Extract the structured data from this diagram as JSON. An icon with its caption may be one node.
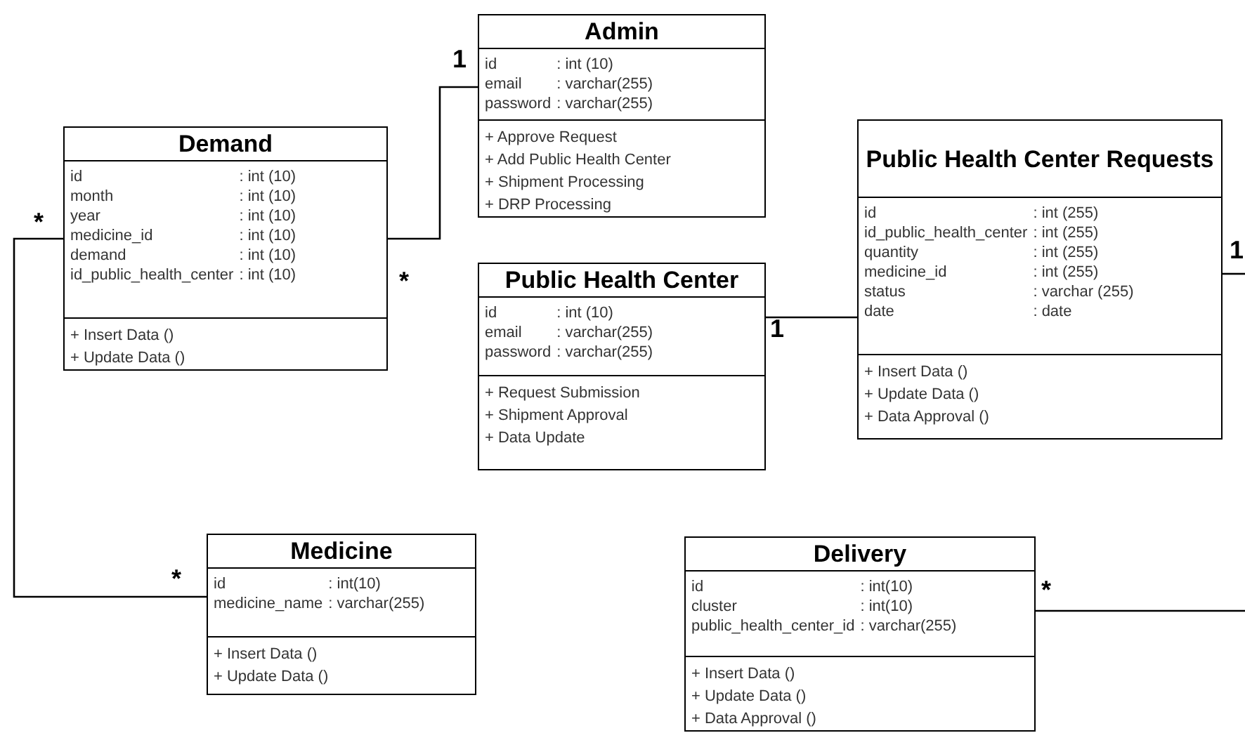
{
  "diagram": {
    "nodes": [
      {
        "text": [
          "Admin"
        ]
      },
      {
        "text": [
          "id",
          ": int (10)",
          "email",
          ": varchar(255)",
          "password",
          ": varchar(255)"
        ],
        "in": 0
      },
      {
        "text": [
          "+ Approve Request",
          "+ Add Public Health Center",
          "+ Shipment Processing",
          "+ DRP Processing"
        ],
        "in": 0
      },
      {
        "text": [
          "Demand"
        ]
      },
      {
        "text": [
          "id",
          ": int (10)",
          "month",
          ": int (10)",
          "year",
          ": int (10)",
          "medicine_id",
          ": int (10)",
          "demand",
          ": int (10)",
          "id_public_health_center",
          ": int (10)"
        ],
        "in": 3
      },
      {
        "text": [
          "+ Insert Data ()",
          "+ Update Data ()"
        ],
        "in": 3
      },
      {
        "text": [
          "Public Health Center"
        ]
      },
      {
        "text": [
          "id",
          ": int (10)",
          "email",
          ": varchar(255)",
          "password",
          ": varchar(255)"
        ],
        "in": 6
      },
      {
        "text": [
          "+ Request Submission",
          "+ Shipment Approval",
          "+ Data Update"
        ],
        "in": 6
      },
      {
        "text": [
          "Public Health Center Requests"
        ]
      },
      {
        "text": [
          "id",
          ": int (255)",
          "id_public_health_center",
          ": int (255)",
          "quantity",
          ": int (255)",
          "medicine_id",
          ": int (255)",
          "status",
          ": varchar (255)",
          "date",
          ": date"
        ],
        "in": 9
      },
      {
        "text": [
          "+ Insert Data ()",
          "+ Update Data ()",
          "+ Data Approval ()"
        ],
        "in": 9
      },
      {
        "text": [
          "Medicine"
        ]
      },
      {
        "text": [
          "id",
          ": int(10)",
          "medicine_name",
          ": varchar(255)"
        ],
        "in": 12
      },
      {
        "text": [
          "+ Insert Data ()",
          "+ Update Data ()"
        ],
        "in": 12
      },
      {
        "text": [
          "Delivery"
        ]
      },
      {
        "text": [
          "id",
          ": int(10)",
          "cluster",
          ": int(10)",
          "public_health_center_id",
          ": varchar(255)"
        ],
        "in": 15
      },
      {
        "text": [
          "+ Insert Data ()",
          "+ Update Data ()",
          "+ Data Approval ()"
        ],
        "in": 15
      }
    ],
    "edges": [
      {
        "from": 3,
        "to": 0,
        "arrow": "none"
      },
      {
        "from": 3,
        "to": 12,
        "arrow": "none"
      },
      {
        "from": 6,
        "to": 9,
        "arrow": "none"
      },
      {
        "from": 9,
        "to": null,
        "arrow": "none"
      },
      {
        "from": 15,
        "to": null,
        "arrow": "none"
      }
    ],
    "labels": [
      "1",
      "*",
      "*",
      "1",
      "1",
      "*",
      "*"
    ]
  }
}
